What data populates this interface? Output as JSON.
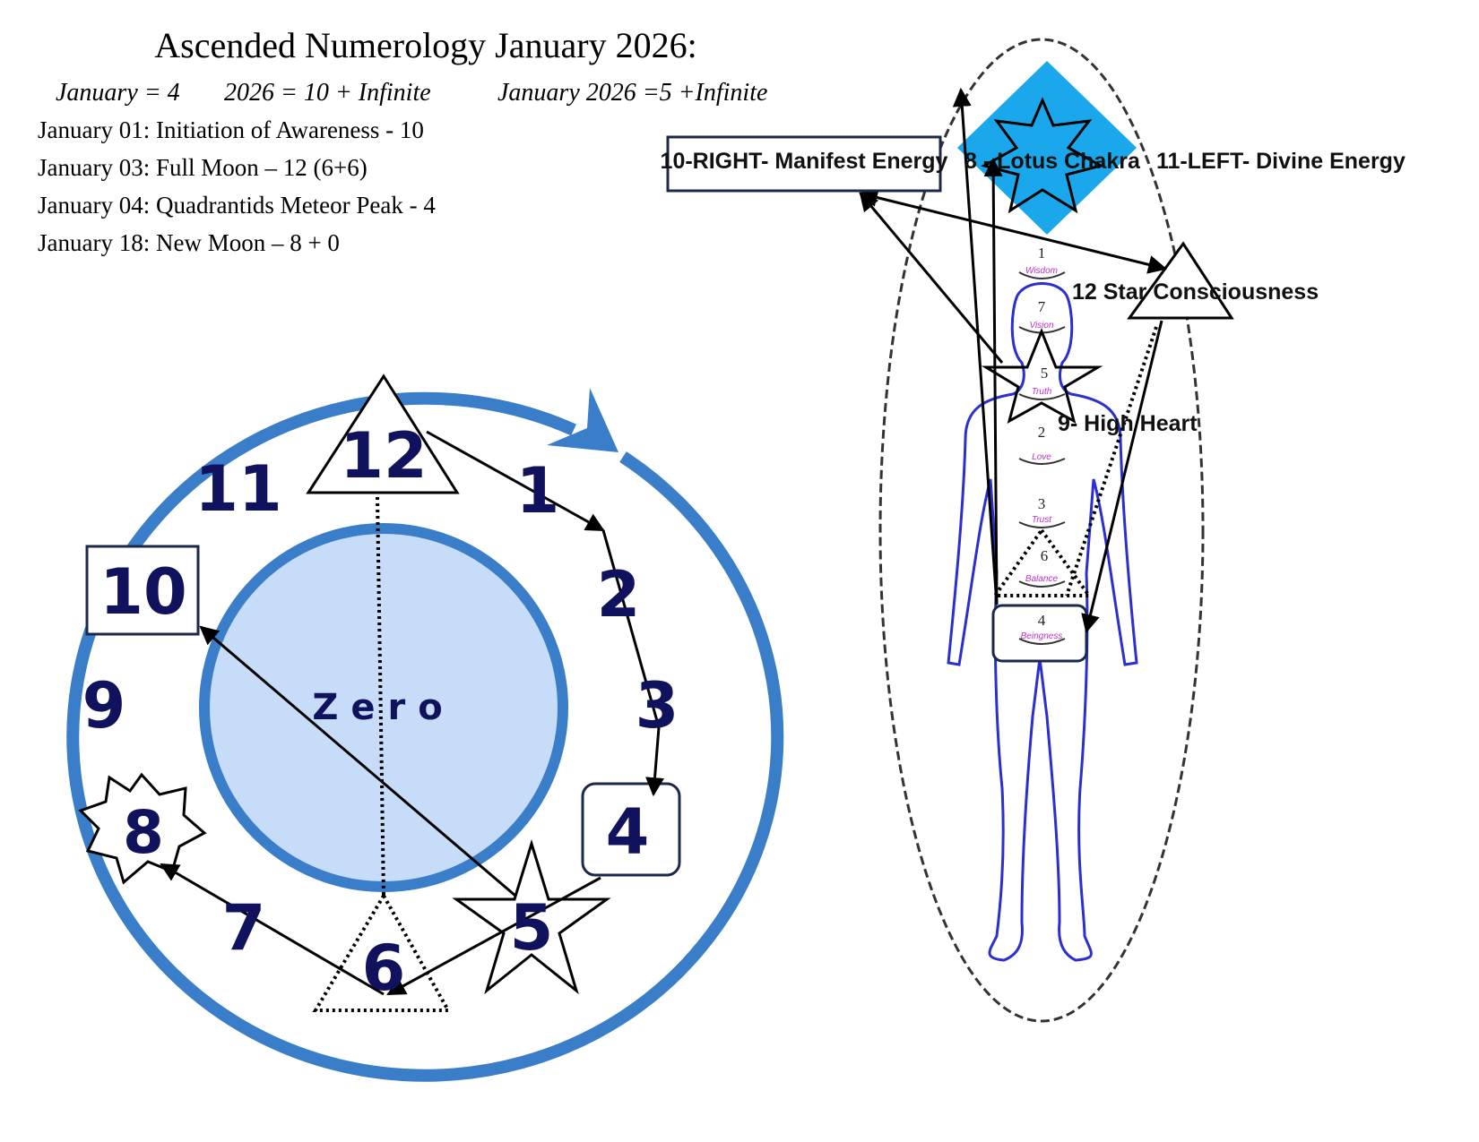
{
  "header": {
    "title": "Ascended Numerology January 2026:",
    "subtitle": [
      "January = 4",
      "2026 = 10 + Infinite",
      "January 2026 =5 +Infinite"
    ],
    "events": [
      "January 01: Initiation of Awareness - 10",
      "January 03: Full Moon – 12 (6+6)",
      "January 04:  Quadrantids Meteor Peak - 4",
      "January 18: New Moon – 8 + 0"
    ]
  },
  "clock": {
    "center_label": "Zero",
    "numbers": [
      "12",
      "1",
      "2",
      "3",
      "4",
      "5",
      "6",
      "7",
      "8",
      "9",
      "10",
      "11"
    ]
  },
  "body": {
    "labels": {
      "right": "10-RIGHT- Manifest Energy",
      "lotus": "8 - Lotus Chakra",
      "left": "11-LEFT- Divine Energy",
      "star": "12  Star Consciousness",
      "heart": "9- High Heart"
    },
    "chakras": [
      {
        "num": "1",
        "word": "Wisdom"
      },
      {
        "num": "7",
        "word": "Vision"
      },
      {
        "num": "5",
        "word": "Truth"
      },
      {
        "num": "2",
        "word": "Love"
      },
      {
        "num": "3",
        "word": "Trust"
      },
      {
        "num": "6",
        "word": "Balance"
      },
      {
        "num": "4",
        "word": "Beingness"
      }
    ]
  },
  "colors": {
    "ring": "#3a7dc9",
    "inner_fill": "#c6dcf8",
    "navy": "#10125e",
    "diamond": "#1aa7ec",
    "body": "#2b2fd0"
  }
}
